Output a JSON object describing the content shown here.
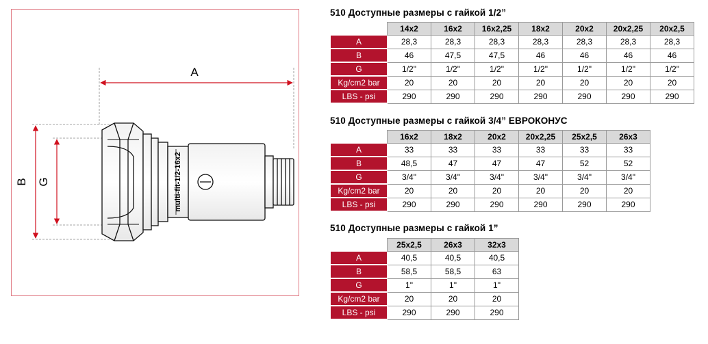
{
  "drawing": {
    "dim_a": "A",
    "dim_b": "B",
    "dim_g": "G",
    "stamp": "multi-fit-1/2-16x2"
  },
  "accent_color": "#b3132d",
  "tables": [
    {
      "title": "510 Доступные размеры с гайкой 1/2”",
      "columns": [
        "14x2",
        "16x2",
        "16x2,25",
        "18x2",
        "20x2",
        "20x2,25",
        "20x2,5"
      ],
      "rows": [
        {
          "label": "A",
          "values": [
            "28,3",
            "28,3",
            "28,3",
            "28,3",
            "28,3",
            "28,3",
            "28,3"
          ]
        },
        {
          "label": "B",
          "values": [
            "46",
            "47,5",
            "47,5",
            "46",
            "46",
            "46",
            "46"
          ]
        },
        {
          "label": "G",
          "values": [
            "1/2\"",
            "1/2\"",
            "1/2\"",
            "1/2\"",
            "1/2\"",
            "1/2\"",
            "1/2\""
          ]
        },
        {
          "label": "Kg/cm2 bar",
          "values": [
            "20",
            "20",
            "20",
            "20",
            "20",
            "20",
            "20"
          ]
        },
        {
          "label": "LBS - psi",
          "values": [
            "290",
            "290",
            "290",
            "290",
            "290",
            "290",
            "290"
          ]
        }
      ]
    },
    {
      "title": "510 Доступные размеры с гайкой 3/4” ЕВРОКОНУС",
      "columns": [
        "16x2",
        "18x2",
        "20x2",
        "20x2,25",
        "25x2,5",
        "26x3"
      ],
      "rows": [
        {
          "label": "A",
          "values": [
            "33",
            "33",
            "33",
            "33",
            "33",
            "33"
          ]
        },
        {
          "label": "B",
          "values": [
            "48,5",
            "47",
            "47",
            "47",
            "52",
            "52"
          ]
        },
        {
          "label": "G",
          "values": [
            "3/4\"",
            "3/4\"",
            "3/4\"",
            "3/4\"",
            "3/4\"",
            "3/4\""
          ]
        },
        {
          "label": "Kg/cm2 bar",
          "values": [
            "20",
            "20",
            "20",
            "20",
            "20",
            "20"
          ]
        },
        {
          "label": "LBS - psi",
          "values": [
            "290",
            "290",
            "290",
            "290",
            "290",
            "290"
          ]
        }
      ]
    },
    {
      "title": "510 Доступные размеры с гайкой 1”",
      "columns": [
        "25x2,5",
        "26x3",
        "32x3"
      ],
      "rows": [
        {
          "label": "A",
          "values": [
            "40,5",
            "40,5",
            "40,5"
          ]
        },
        {
          "label": "B",
          "values": [
            "58,5",
            "58,5",
            "63"
          ]
        },
        {
          "label": "G",
          "values": [
            "1\"",
            "1\"",
            "1\""
          ]
        },
        {
          "label": "Kg/cm2 bar",
          "values": [
            "20",
            "20",
            "20"
          ]
        },
        {
          "label": "LBS - psi",
          "values": [
            "290",
            "290",
            "290"
          ]
        }
      ]
    }
  ]
}
